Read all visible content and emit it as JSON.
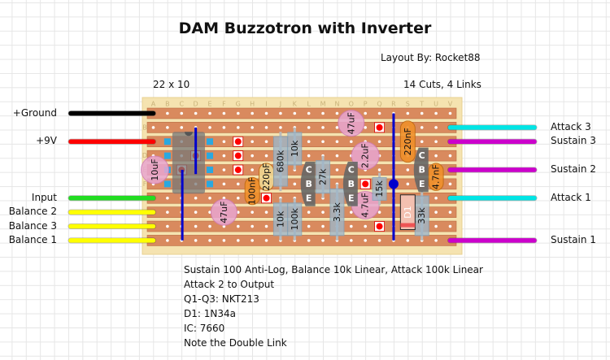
{
  "title": "DAM Buzzotron with Inverter",
  "author": "Layout By: Rocket88",
  "grid_size": "22 x 10",
  "cuts_links": "14 Cuts, 4 Links",
  "board": {
    "columns": [
      "A",
      "B",
      "C",
      "D",
      "E",
      "F",
      "G",
      "H",
      "I",
      "J",
      "K",
      "L",
      "M",
      "N",
      "O",
      "P",
      "Q",
      "R",
      "S",
      "T",
      "U",
      "V"
    ],
    "rows": [
      "A",
      "B",
      "C",
      "D",
      "E",
      "F",
      "G",
      "H",
      "I",
      "J"
    ],
    "colors": {
      "board": "#f5e3b0",
      "strip": "#d98a5e",
      "hole": "#ffffff",
      "link": "#0000cc",
      "cut": "#ff0000"
    }
  },
  "wires_left": [
    {
      "label": "+Ground",
      "color": "#000000",
      "row": 0
    },
    {
      "label": "+9V",
      "color": "#ff0000",
      "row": 2
    },
    {
      "label": "Input",
      "color": "#22dd22",
      "row": 6
    },
    {
      "label": "Balance 2",
      "color": "#ffff00",
      "row": 7
    },
    {
      "label": "Balance 3",
      "color": "#ffff00",
      "row": 8
    },
    {
      "label": "Balance 1",
      "color": "#ffff00",
      "row": 9
    }
  ],
  "wires_right": [
    {
      "label": "Attack 3",
      "color": "#00e5e5",
      "row": 1
    },
    {
      "label": "Sustain 3",
      "color": "#cc00cc",
      "row": 2
    },
    {
      "label": "Sustain 2",
      "color": "#cc00cc",
      "row": 4
    },
    {
      "label": "Attack 1",
      "color": "#00e5e5",
      "row": 6
    },
    {
      "label": "Sustain 1",
      "color": "#cc00cc",
      "row": 9
    }
  ],
  "components": {
    "c_10uf": "10uF",
    "c_47uf_a": "47uF",
    "c_47uf_b": "47uF",
    "c_22uf": "2.2uF",
    "c_47uf_c": "4.7uF",
    "c_220pf": "220pF",
    "c_100nf": "100nF",
    "c_220nf": "220nF",
    "c_47nf": "4.7nF",
    "r_680k": "680k",
    "r_10k_a": "10k",
    "r_27k": "27k",
    "r_10k_b": "10k",
    "r_100k": "100k",
    "r_33k_a": "3.3k",
    "r_15k": "15k",
    "r_33k_b": "33k",
    "d1": "D1",
    "q_c": "C",
    "q_b": "B",
    "q_e": "E"
  },
  "notes": [
    "Sustain 100 Anti-Log, Balance 10k Linear, Attack 100k Linear",
    "Attack 2 to Output",
    "Q1-Q3: NKT213",
    "D1: 1N34a",
    "IC: 7660",
    "Note the Double Link"
  ]
}
